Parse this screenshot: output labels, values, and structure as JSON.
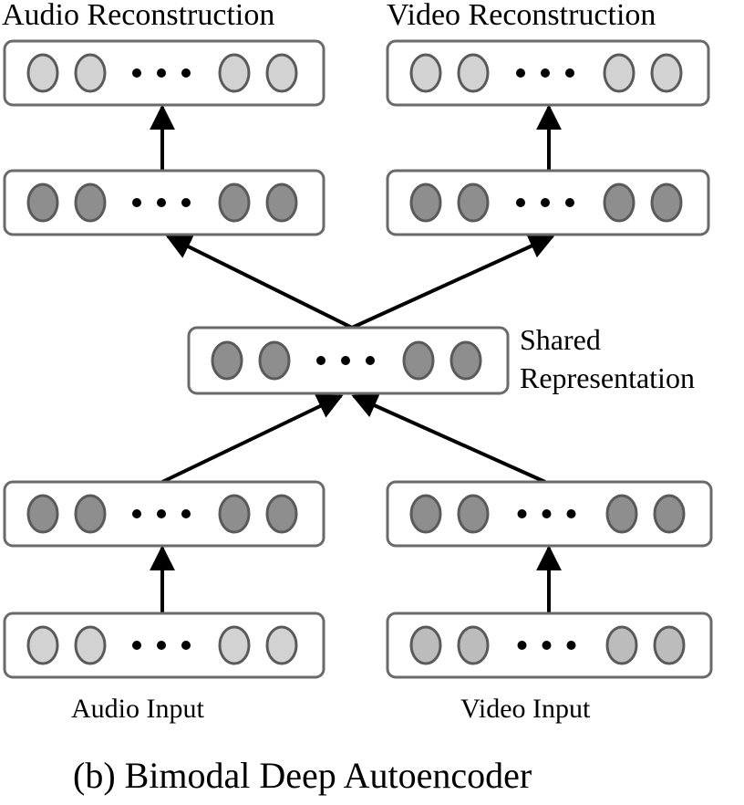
{
  "title": "(b) Bimodal Deep Autoencoder",
  "labels": {
    "audio_reconstruction": "Audio Reconstruction",
    "video_reconstruction": "Video Reconstruction",
    "shared_line1": "Shared",
    "shared_line2": "Representation",
    "audio_input": "Audio Input",
    "video_input": "Video Input"
  },
  "layers": [
    {
      "id": "audio-reconstruction-layer",
      "nodes": 4,
      "ellipsis": true,
      "tone": "light"
    },
    {
      "id": "video-reconstruction-layer",
      "nodes": 4,
      "ellipsis": true,
      "tone": "light"
    },
    {
      "id": "audio-decoder-hidden-layer",
      "nodes": 4,
      "ellipsis": true,
      "tone": "dark"
    },
    {
      "id": "video-decoder-hidden-layer",
      "nodes": 4,
      "ellipsis": true,
      "tone": "dark"
    },
    {
      "id": "shared-representation-layer",
      "nodes": 4,
      "ellipsis": true,
      "tone": "dark"
    },
    {
      "id": "audio-encoder-hidden-layer",
      "nodes": 4,
      "ellipsis": true,
      "tone": "dark"
    },
    {
      "id": "video-encoder-hidden-layer",
      "nodes": 4,
      "ellipsis": true,
      "tone": "dark"
    },
    {
      "id": "audio-input-layer",
      "nodes": 4,
      "ellipsis": true,
      "tone": "light"
    },
    {
      "id": "video-input-layer",
      "nodes": 4,
      "ellipsis": true,
      "tone": "mid"
    }
  ],
  "connections": [
    {
      "from": "audio-input-layer",
      "to": "audio-encoder-hidden-layer"
    },
    {
      "from": "video-input-layer",
      "to": "video-encoder-hidden-layer"
    },
    {
      "from": "audio-encoder-hidden-layer",
      "to": "shared-representation-layer"
    },
    {
      "from": "video-encoder-hidden-layer",
      "to": "shared-representation-layer"
    },
    {
      "from": "shared-representation-layer",
      "to": "audio-decoder-hidden-layer"
    },
    {
      "from": "shared-representation-layer",
      "to": "video-decoder-hidden-layer"
    },
    {
      "from": "audio-decoder-hidden-layer",
      "to": "audio-reconstruction-layer"
    },
    {
      "from": "video-decoder-hidden-layer",
      "to": "video-reconstruction-layer"
    }
  ],
  "colors": {
    "light_node": "#d2d2d2",
    "mid_node": "#bcbcbc",
    "dark_node": "#8e8e8e",
    "node_stroke": "#5a5a5a",
    "box_stroke": "#6a6a6a",
    "arrow": "#000000"
  }
}
